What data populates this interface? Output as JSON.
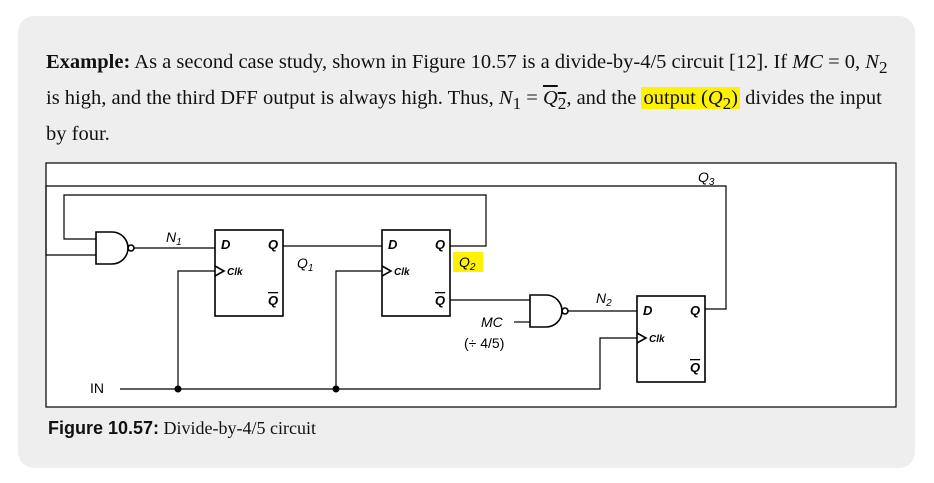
{
  "paragraph": {
    "lead": "Example:",
    "t1": " As a second case study, shown in Figure 10.57 is a divide-by-4/5 circuit [12]. If ",
    "mc_var": "MC",
    "t2": " = 0, ",
    "n2_var": "N",
    "n2_sub": "2",
    "t3": " is high, and the third DFF output is always high. Thus, ",
    "n1_var": "N",
    "n1_sub": "1",
    "t4": " = ",
    "q2_var": "Q",
    "q2_sub": "2",
    "t5": ", and the ",
    "hl_text": "output (",
    "hl_var": "Q",
    "hl_sub": "2",
    "hl_close": ")",
    "t6": " divides the input by four."
  },
  "figure": {
    "labels": {
      "n1": "N",
      "n1_sub": "1",
      "q1": "Q",
      "q1_sub": "1",
      "q2": "Q",
      "q2_sub": "2",
      "q3": "Q",
      "q3_sub": "3",
      "n2": "N",
      "n2_sub": "2",
      "mc": "MC",
      "div": "(÷ 4/5)",
      "in": "IN"
    },
    "dff_pins": {
      "d": "D",
      "q": "Q",
      "qbar": "Q",
      "clk": "Clk"
    },
    "highlight_color": "#fff200"
  },
  "caption": {
    "label": "Figure 10.57:",
    "text": " Divide-by-4/5 circuit"
  }
}
